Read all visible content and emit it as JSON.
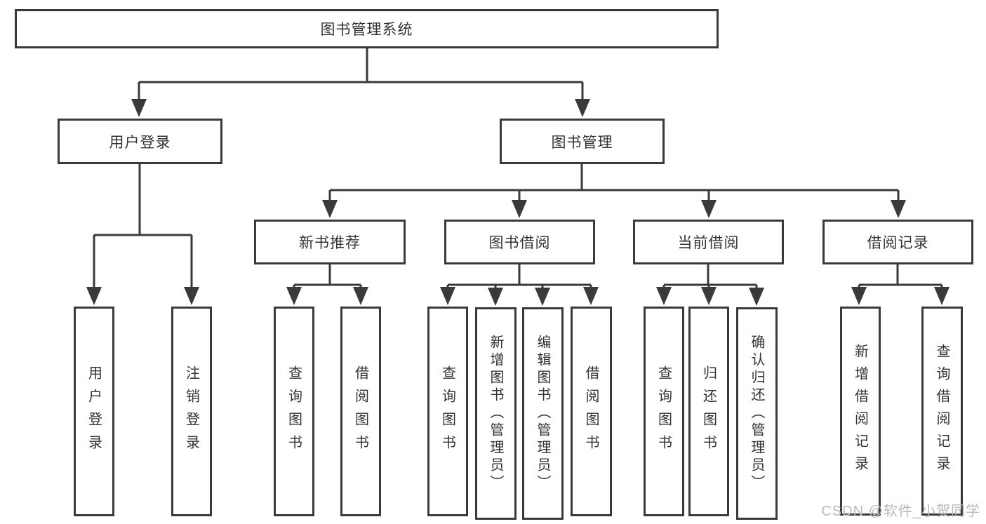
{
  "diagram": {
    "root": "图书管理系统",
    "level1": [
      "用户登录",
      "图书管理"
    ],
    "level2": [
      "新书推荐",
      "图书借阅",
      "当前借阅",
      "借阅记录"
    ],
    "user_leaves": [
      "用户登录",
      "注销登录"
    ],
    "recommend_leaves": [
      "查询图书",
      "借阅图书"
    ],
    "borrow_leaves": [
      "查询图书",
      "新增图书（管理员）",
      "编辑图书（管理员）",
      "借阅图书"
    ],
    "current_leaves": [
      "查询图书",
      "归还图书",
      "确认归还（管理员）"
    ],
    "record_leaves": [
      "新增借阅记录",
      "查询借阅记录"
    ]
  },
  "colors": {
    "line": "#3a3a3a",
    "text": "#333333",
    "watermark": "#b9b9b9"
  },
  "watermark": "CSDN @软件_小贺同学"
}
